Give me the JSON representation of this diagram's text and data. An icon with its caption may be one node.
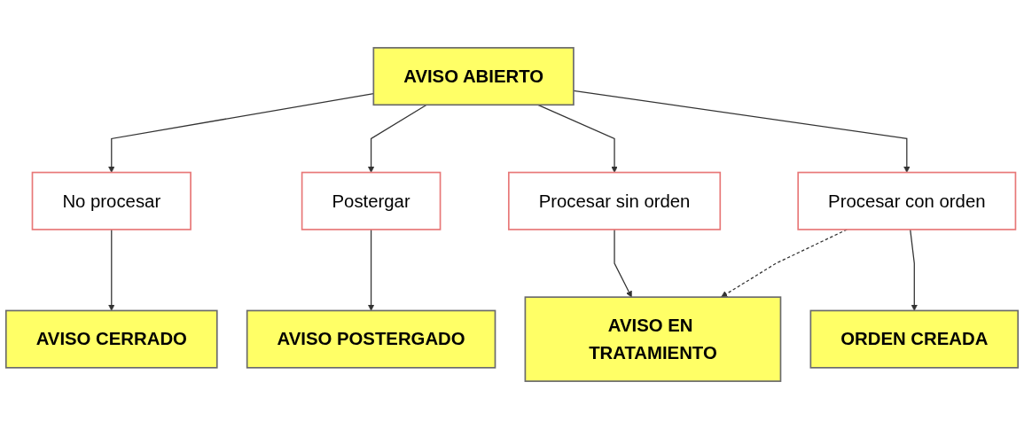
{
  "diagram": {
    "nodes": [
      {
        "text": [
          "AVISO ABIERTO"
        ]
      },
      {
        "text": [
          "No procesar"
        ]
      },
      {
        "text": [
          "Postergar"
        ]
      },
      {
        "text": [
          "Procesar sin orden"
        ]
      },
      {
        "text": [
          "Procesar con orden"
        ]
      },
      {
        "text": [
          "AVISO CERRADO"
        ]
      },
      {
        "text": [
          "AVISO POSTERGADO"
        ]
      },
      {
        "text": [
          "AVISO EN TRATAMIENTO"
        ]
      },
      {
        "text": [
          "ORDEN CREADA"
        ]
      }
    ],
    "edges": [
      {
        "from": 0,
        "to": 1,
        "arrow": "to"
      },
      {
        "from": 0,
        "to": 2,
        "arrow": "to"
      },
      {
        "from": 0,
        "to": 3,
        "arrow": "to"
      },
      {
        "from": 0,
        "to": 4,
        "arrow": "to"
      },
      {
        "from": 1,
        "to": 5,
        "arrow": "to"
      },
      {
        "from": 2,
        "to": 6,
        "arrow": "to"
      },
      {
        "from": 3,
        "to": 7,
        "arrow": "to"
      },
      {
        "from": 4,
        "to": 7,
        "arrow": "to",
        "style": "dashed"
      },
      {
        "from": 4,
        "to": 8,
        "arrow": "to"
      }
    ]
  }
}
